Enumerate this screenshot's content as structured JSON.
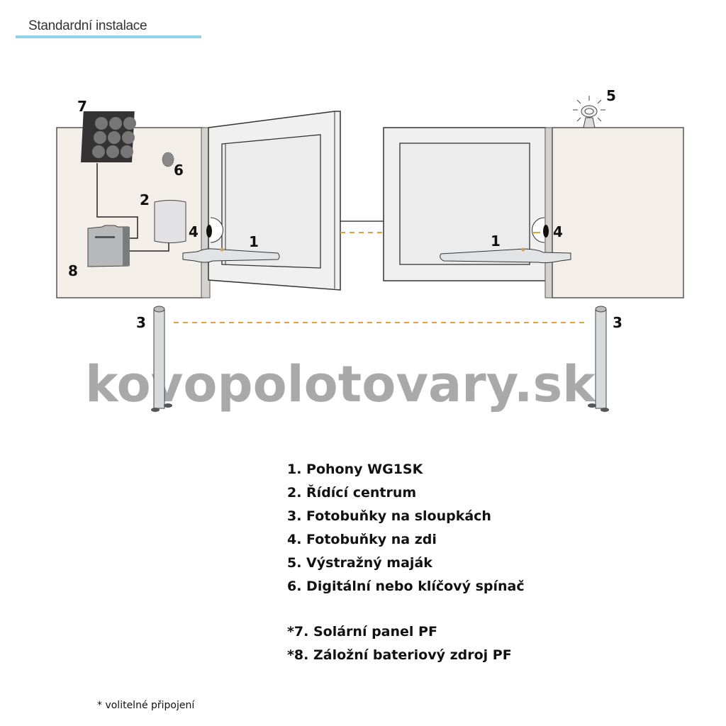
{
  "header": {
    "title": "Standardní instalace"
  },
  "diagram_labels": {
    "l1": "1",
    "l2": "2",
    "l3": "3",
    "l4": "4",
    "l5": "5",
    "l6": "6",
    "l7": "7",
    "l8": "8"
  },
  "legend": [
    "1.  Pohony WG1SK",
    "2.  Řídící centrum",
    "3.  Fotobuňky na sloupkách",
    "4.  Fotobuňky na zdi",
    "5.  Výstražný maják",
    "6.  Digitální nebo klíčový spínač"
  ],
  "optional_legend": [
    "*7. Solární panel PF",
    "*8. Záložní bateriový zdroj PF"
  ],
  "footnote": "* volitelné připojení",
  "watermark": "kovopolotovary.sk",
  "colors": {
    "accent_line": "#8fd3ea",
    "wall": "#f3efe8",
    "beam": "#e0a040"
  }
}
